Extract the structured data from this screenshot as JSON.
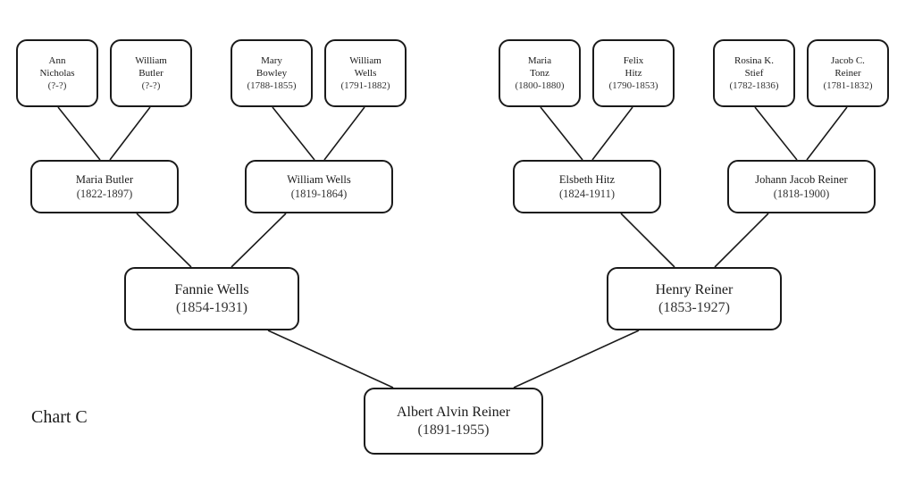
{
  "label": "Chart C",
  "people": {
    "root": {
      "name": "Albert Alvin Reiner",
      "years": "(1891-1955)"
    },
    "father": {
      "name": "Henry Reiner",
      "years": "(1853-1927)"
    },
    "mother": {
      "name": "Fannie Wells",
      "years": "(1854-1931)"
    },
    "mm": {
      "name": "Maria Butler",
      "years": "(1822-1897)"
    },
    "mf": {
      "name": "William Wells",
      "years": "(1819-1864)"
    },
    "fm": {
      "name": "Elsbeth Hitz",
      "years": "(1824-1911)"
    },
    "ff": {
      "name": "Johann Jacob Reiner",
      "years": "(1818-1900)"
    },
    "mmm": {
      "name1": "Ann",
      "name2": "Nicholas",
      "years": "(?-?)"
    },
    "mmf": {
      "name1": "William",
      "name2": "Butler",
      "years": "(?-?)"
    },
    "mfm": {
      "name1": "Mary",
      "name2": "Bowley",
      "years": "(1788-1855)"
    },
    "mff": {
      "name1": "William",
      "name2": "Wells",
      "years": "(1791-1882)"
    },
    "fmm": {
      "name1": "Maria",
      "name2": "Tonz",
      "years": "(1800-1880)"
    },
    "fmf": {
      "name1": "Felix",
      "name2": "Hitz",
      "years": "(1790-1853)"
    },
    "ffm": {
      "name1": "Rosina K.",
      "name2": "Stief",
      "years": "(1782-1836)"
    },
    "fff": {
      "name1": "Jacob C.",
      "name2": "Reiner",
      "years": "(1781-1832)"
    }
  }
}
